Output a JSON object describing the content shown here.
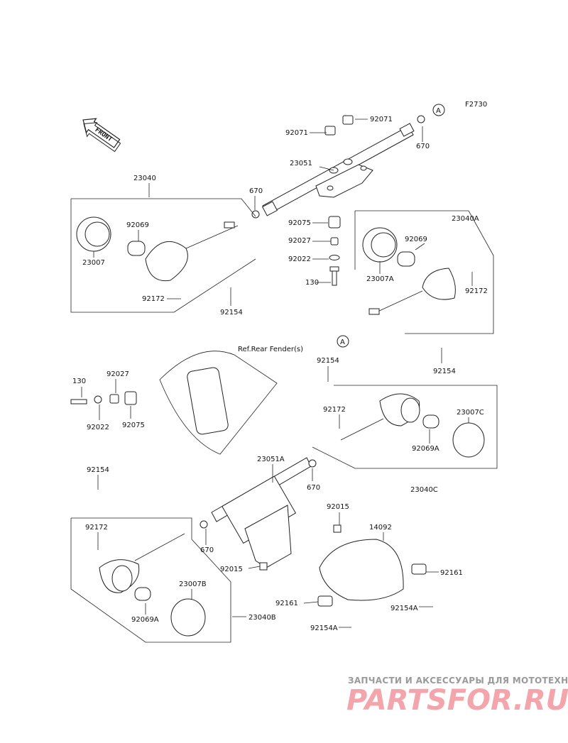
{
  "diagram": {
    "figure_code": "F2730",
    "front_label": "FRONT",
    "reference_note": "Ref.Rear Fender(s)",
    "connector_mark": "A",
    "part_labels": {
      "p92071a": "92071",
      "p92071b": "92071",
      "p670a": "670",
      "p23051": "23051",
      "p23040": "23040",
      "p670b": "670",
      "p92069a": "92069",
      "p23007": "23007",
      "p92075a": "92075",
      "p92027a": "92027",
      "p92022a": "92022",
      "p130a": "130",
      "p92172a": "92172",
      "p92154a": "92154",
      "p23040A": "23040A",
      "p92069b": "92069",
      "p23007A": "23007A",
      "p92172b": "92172",
      "p92154b": "92154",
      "p130b": "130",
      "p92027b": "92027",
      "p92022b": "92022",
      "p92075b": "92075",
      "p92154c": "92154",
      "p92172c": "92172",
      "p23007C": "23007C",
      "p92069A": "92069A",
      "p23040C": "23040C",
      "p23051A": "23051A",
      "p670c": "670",
      "p92015a": "92015",
      "p14092": "14092",
      "p92154d": "92154",
      "p92172d": "92172",
      "p670d": "670",
      "p92015b": "92015",
      "p92161a": "92161",
      "p23007B": "23007B",
      "p92069Ab": "92069A",
      "p92161b": "92161",
      "p92154Aa": "92154A",
      "p23040B": "23040B",
      "p92154Ab": "92154A"
    }
  },
  "watermark": {
    "tagline": "ЗАПЧАСТИ И АКСЕССУАРЫ ДЛЯ МОТОТЕХНИКИ",
    "logo": "PARTSFOR.RU"
  }
}
